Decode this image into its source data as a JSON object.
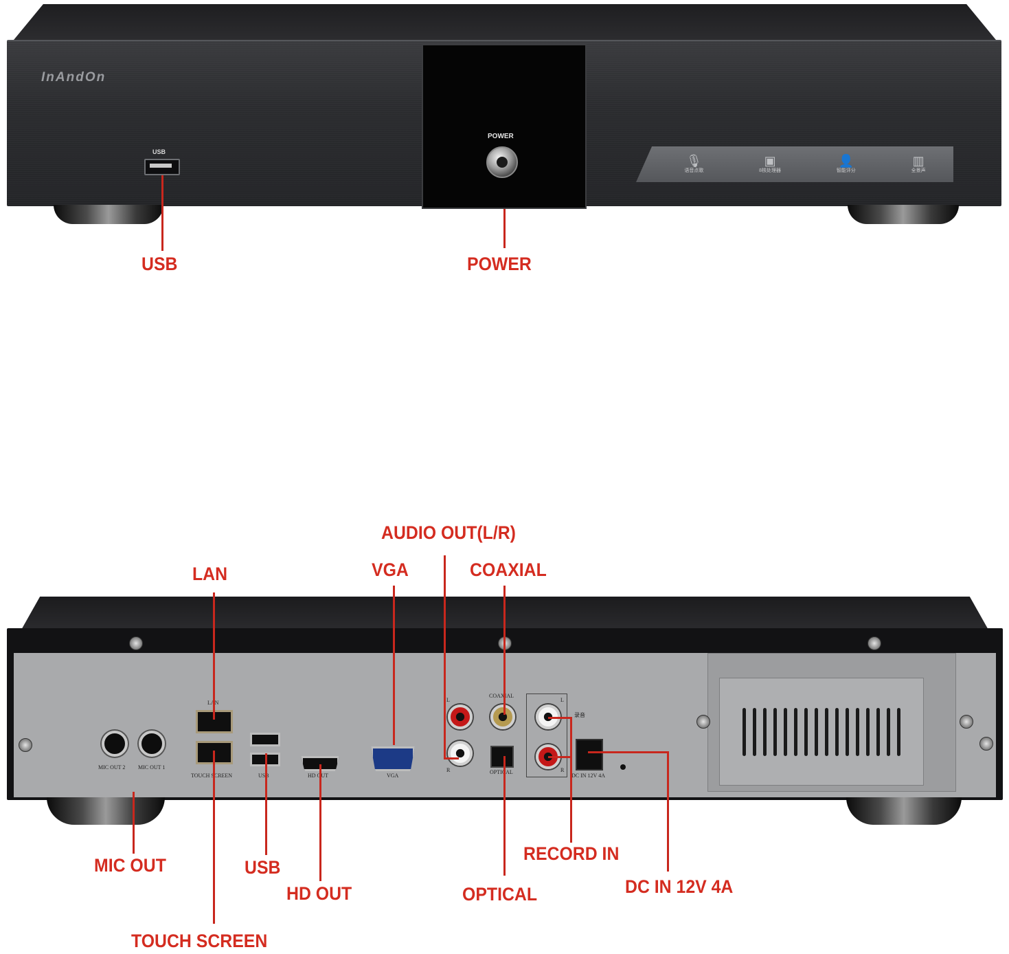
{
  "front": {
    "brand": "InAndOn",
    "usb_port_label": "USB",
    "power_button_label": "POWER",
    "features": [
      {
        "icon": "microphone-icon",
        "label": "语音点歌"
      },
      {
        "icon": "processor-icon",
        "label": "8核处理器"
      },
      {
        "icon": "score-icon",
        "label": "智能评分"
      },
      {
        "icon": "equalizer-icon",
        "label": "全景声"
      }
    ]
  },
  "rear": {
    "port_labels": {
      "mic_out_2": "MIC OUT 2",
      "mic_out_1": "MIC OUT 1",
      "lan": "LAN",
      "touch_screen": "TOUCH SCREEN",
      "usb": "USB",
      "hd_out": "HD OUT",
      "vga": "VGA",
      "l": "L",
      "r": "R",
      "coaxial": "COAXIAL",
      "optical": "OPTICAL",
      "record_l": "L",
      "record_r": "R",
      "record": "录音",
      "dc_in": "DC IN 12V 4A"
    }
  },
  "callouts": {
    "front_usb": "USB",
    "power": "POWER",
    "audio_out": "AUDIO OUT(L/R)",
    "lan": "LAN",
    "vga": "VGA",
    "coaxial": "COAXIAL",
    "mic_out": "MIC OUT",
    "usb": "USB",
    "hd_out": "HD OUT",
    "optical": "OPTICAL",
    "record_in": "RECORD IN",
    "dc_in": "DC IN 12V 4A",
    "touch_screen": "TOUCH SCREEN"
  },
  "colors": {
    "callout": "#d42c20",
    "chassis": "#2b2c2f",
    "rear_panel": "#a9aaac"
  }
}
